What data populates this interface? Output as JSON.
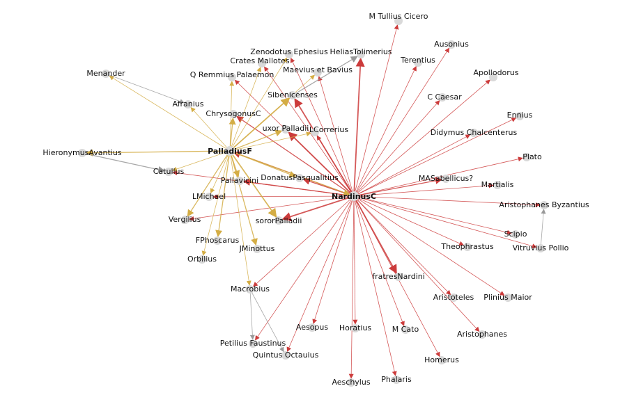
{
  "colors": {
    "red": "#cc3b3b",
    "gold": "#d4ad45",
    "gray": "#999999",
    "node": "#d9d9d9",
    "text": "#111111"
  },
  "nodes": [
    {
      "id": "NardinusC",
      "label": "NardinusC",
      "hub": true
    },
    {
      "id": "PalladiusF",
      "label": "PalladiusF",
      "hub": true
    },
    {
      "id": "Cicero",
      "label": "M Tullius Cicero"
    },
    {
      "id": "Ausonius",
      "label": "Ausonius"
    },
    {
      "id": "Terentius",
      "label": "Terentius"
    },
    {
      "id": "Apollodorus",
      "label": "Apollodorus"
    },
    {
      "id": "Zenodotus",
      "label": "Zenodotus Ephesius"
    },
    {
      "id": "Helias",
      "label": "HeliasTolimerius"
    },
    {
      "id": "Crates",
      "label": "Crates Mallotes"
    },
    {
      "id": "Maevius",
      "label": "Maevius et Bavius"
    },
    {
      "id": "Remmius",
      "label": "Q Remmius Palaemon"
    },
    {
      "id": "Menander",
      "label": "Menander"
    },
    {
      "id": "Sibenicenses",
      "label": "Sibenicenses"
    },
    {
      "id": "Caesar",
      "label": "C Caesar"
    },
    {
      "id": "Afranius",
      "label": "Afranius"
    },
    {
      "id": "Chrysogonus",
      "label": "ChrysogonusC"
    },
    {
      "id": "Ennius",
      "label": "Ennius"
    },
    {
      "id": "UxorPalladii",
      "label": "uxor Palladii"
    },
    {
      "id": "Correrius",
      "label": "LCorrerius"
    },
    {
      "id": "Didymus",
      "label": "Didymus Chalcenterus"
    },
    {
      "id": "Hieronymus",
      "label": "HieronymusAvantius"
    },
    {
      "id": "Plato",
      "label": "Plato"
    },
    {
      "id": "Catullus",
      "label": "Catullus"
    },
    {
      "id": "Donatus",
      "label": "DonatusPasqualitius"
    },
    {
      "id": "Pallavicini",
      "label": "Pallavicini"
    },
    {
      "id": "Sabellicus",
      "label": "MASabellicus?"
    },
    {
      "id": "Martialis",
      "label": "Martialis"
    },
    {
      "id": "LMichael",
      "label": "LMichael"
    },
    {
      "id": "AristophanesB",
      "label": "Aristophanes Byzantius"
    },
    {
      "id": "Vergilius",
      "label": "Vergilius"
    },
    {
      "id": "SororPalladii",
      "label": "sororPalladii"
    },
    {
      "id": "Scipio",
      "label": "Scipio"
    },
    {
      "id": "FPhoscarus",
      "label": "FPhoscarus"
    },
    {
      "id": "Theophrastus",
      "label": "Theophrastus"
    },
    {
      "id": "Vitruvius",
      "label": "Vitruvius Pollio"
    },
    {
      "id": "JMinottus",
      "label": "JMinottus"
    },
    {
      "id": "Orbilius",
      "label": "Orbilius"
    },
    {
      "id": "Macrobius",
      "label": "Macrobius"
    },
    {
      "id": "FratresNardini",
      "label": "fratresNardini"
    },
    {
      "id": "Aristoteles",
      "label": "Aristoteles"
    },
    {
      "id": "PliniusMaior",
      "label": "Plinius Maior"
    },
    {
      "id": "Aesopus",
      "label": "Aesopus"
    },
    {
      "id": "Horatius",
      "label": "Horatius"
    },
    {
      "id": "MCato",
      "label": "M Cato"
    },
    {
      "id": "Aristophanes",
      "label": "Aristophanes"
    },
    {
      "id": "Petilius",
      "label": "Petilius Faustinus"
    },
    {
      "id": "Quintus",
      "label": "Quintus Octauius"
    },
    {
      "id": "Homerus",
      "label": "Homerus"
    },
    {
      "id": "Aeschylus",
      "label": "Aeschylus"
    },
    {
      "id": "Phalaris",
      "label": "Phalaris"
    }
  ],
  "edges": [
    {
      "from": "NardinusC",
      "to": "Cicero",
      "color": "red",
      "w": 1
    },
    {
      "from": "NardinusC",
      "to": "Ausonius",
      "color": "red",
      "w": 1
    },
    {
      "from": "NardinusC",
      "to": "Terentius",
      "color": "red",
      "w": 1
    },
    {
      "from": "NardinusC",
      "to": "Apollodorus",
      "color": "red",
      "w": 1
    },
    {
      "from": "NardinusC",
      "to": "Caesar",
      "color": "red",
      "w": 1
    },
    {
      "from": "NardinusC",
      "to": "Ennius",
      "color": "red",
      "w": 1
    },
    {
      "from": "NardinusC",
      "to": "Didymus",
      "color": "red",
      "w": 1
    },
    {
      "from": "NardinusC",
      "to": "Plato",
      "color": "red",
      "w": 1
    },
    {
      "from": "NardinusC",
      "to": "Sabellicus",
      "color": "red",
      "w": 2
    },
    {
      "from": "NardinusC",
      "to": "Martialis",
      "color": "red",
      "w": 1
    },
    {
      "from": "NardinusC",
      "to": "AristophanesB",
      "color": "red",
      "w": 1
    },
    {
      "from": "NardinusC",
      "to": "Scipio",
      "color": "red",
      "w": 1
    },
    {
      "from": "NardinusC",
      "to": "Vitruvius",
      "color": "red",
      "w": 1
    },
    {
      "from": "NardinusC",
      "to": "Theophrastus",
      "color": "red",
      "w": 1
    },
    {
      "from": "NardinusC",
      "to": "PliniusMaior",
      "color": "red",
      "w": 1
    },
    {
      "from": "NardinusC",
      "to": "Aristoteles",
      "color": "red",
      "w": 1
    },
    {
      "from": "NardinusC",
      "to": "Aristophanes",
      "color": "red",
      "w": 1
    },
    {
      "from": "NardinusC",
      "to": "FratresNardini",
      "color": "red",
      "w": 3
    },
    {
      "from": "NardinusC",
      "to": "Homerus",
      "color": "red",
      "w": 1
    },
    {
      "from": "NardinusC",
      "to": "MCato",
      "color": "red",
      "w": 1
    },
    {
      "from": "NardinusC",
      "to": "Phalaris",
      "color": "red",
      "w": 1
    },
    {
      "from": "NardinusC",
      "to": "Horatius",
      "color": "red",
      "w": 1
    },
    {
      "from": "NardinusC",
      "to": "Aeschylus",
      "color": "red",
      "w": 1
    },
    {
      "from": "NardinusC",
      "to": "Aesopus",
      "color": "red",
      "w": 1
    },
    {
      "from": "NardinusC",
      "to": "Quintus",
      "color": "red",
      "w": 1
    },
    {
      "from": "NardinusC",
      "to": "Petilius",
      "color": "red",
      "w": 1
    },
    {
      "from": "NardinusC",
      "to": "Macrobius",
      "color": "red",
      "w": 1
    },
    {
      "from": "NardinusC",
      "to": "SororPalladii",
      "color": "red",
      "w": 3
    },
    {
      "from": "NardinusC",
      "to": "Vergilius",
      "color": "red",
      "w": 1
    },
    {
      "from": "NardinusC",
      "to": "LMichael",
      "color": "red",
      "w": 1
    },
    {
      "from": "NardinusC",
      "to": "Catullus",
      "color": "red",
      "w": 1
    },
    {
      "from": "NardinusC",
      "to": "Pallavicini",
      "color": "red",
      "w": 2
    },
    {
      "from": "NardinusC",
      "to": "PalladiusF",
      "color": "red",
      "w": 2
    },
    {
      "from": "NardinusC",
      "to": "Donatus",
      "color": "red",
      "w": 2
    },
    {
      "from": "NardinusC",
      "to": "UxorPalladii",
      "color": "red",
      "w": 3
    },
    {
      "from": "NardinusC",
      "to": "Chrysogonus",
      "color": "red",
      "w": 2
    },
    {
      "from": "NardinusC",
      "to": "Correrius",
      "color": "red",
      "w": 1
    },
    {
      "from": "NardinusC",
      "to": "Sibenicenses",
      "color": "red",
      "w": 3
    },
    {
      "from": "NardinusC",
      "to": "Remmius",
      "color": "red",
      "w": 1
    },
    {
      "from": "NardinusC",
      "to": "Crates",
      "color": "red",
      "w": 1
    },
    {
      "from": "NardinusC",
      "to": "Zenodotus",
      "color": "red",
      "w": 1
    },
    {
      "from": "NardinusC",
      "to": "Maevius",
      "color": "red",
      "w": 1
    },
    {
      "from": "NardinusC",
      "to": "Helias",
      "color": "red",
      "w": 3
    },
    {
      "from": "PalladiusF",
      "to": "Sibenicenses",
      "color": "gold",
      "w": 3
    },
    {
      "from": "PalladiusF",
      "to": "UxorPalladii",
      "color": "gold",
      "w": 2
    },
    {
      "from": "PalladiusF",
      "to": "Correrius",
      "color": "gold",
      "w": 1
    },
    {
      "from": "PalladiusF",
      "to": "Chrysogonus",
      "color": "gold",
      "w": 2
    },
    {
      "from": "PalladiusF",
      "to": "Remmius",
      "color": "gold",
      "w": 1
    },
    {
      "from": "PalladiusF",
      "to": "Crates",
      "color": "gold",
      "w": 1
    },
    {
      "from": "PalladiusF",
      "to": "Zenodotus",
      "color": "gold",
      "w": 1
    },
    {
      "from": "PalladiusF",
      "to": "Maevius",
      "color": "gold",
      "w": 1
    },
    {
      "from": "PalladiusF",
      "to": "Afranius",
      "color": "gold",
      "w": 1
    },
    {
      "from": "PalladiusF",
      "to": "Menander",
      "color": "gold",
      "w": 1
    },
    {
      "from": "PalladiusF",
      "to": "Hieronymus",
      "color": "gold",
      "w": 2
    },
    {
      "from": "PalladiusF",
      "to": "Catullus",
      "color": "gold",
      "w": 1
    },
    {
      "from": "PalladiusF",
      "to": "Vergilius",
      "color": "gold",
      "w": 2
    },
    {
      "from": "PalladiusF",
      "to": "LMichael",
      "color": "gold",
      "w": 1
    },
    {
      "from": "PalladiusF",
      "to": "FPhoscarus",
      "color": "gold",
      "w": 2
    },
    {
      "from": "PalladiusF",
      "to": "Orbilius",
      "color": "gold",
      "w": 1
    },
    {
      "from": "PalladiusF",
      "to": "JMinottus",
      "color": "gold",
      "w": 2
    },
    {
      "from": "PalladiusF",
      "to": "Macrobius",
      "color": "gold",
      "w": 1
    },
    {
      "from": "PalladiusF",
      "to": "SororPalladii",
      "color": "gold",
      "w": 3
    },
    {
      "from": "PalladiusF",
      "to": "Pallavicini",
      "color": "gold",
      "w": 2
    },
    {
      "from": "PalladiusF",
      "to": "Donatus",
      "color": "gold",
      "w": 2
    },
    {
      "from": "PalladiusF",
      "to": "NardinusC",
      "color": "gold",
      "w": 2
    },
    {
      "from": "Sibenicenses",
      "to": "Helias",
      "color": "gray",
      "w": 2
    },
    {
      "from": "Hieronymus",
      "to": "Catullus",
      "color": "gray",
      "w": 2
    },
    {
      "from": "Menander",
      "to": "Afranius",
      "color": "gray",
      "w": 1
    },
    {
      "from": "Macrobius",
      "to": "Petilius",
      "color": "gray",
      "w": 1
    },
    {
      "from": "Macrobius",
      "to": "Quintus",
      "color": "gray",
      "w": 1
    },
    {
      "from": "Vitruvius",
      "to": "AristophanesB",
      "color": "gray",
      "w": 1
    }
  ]
}
